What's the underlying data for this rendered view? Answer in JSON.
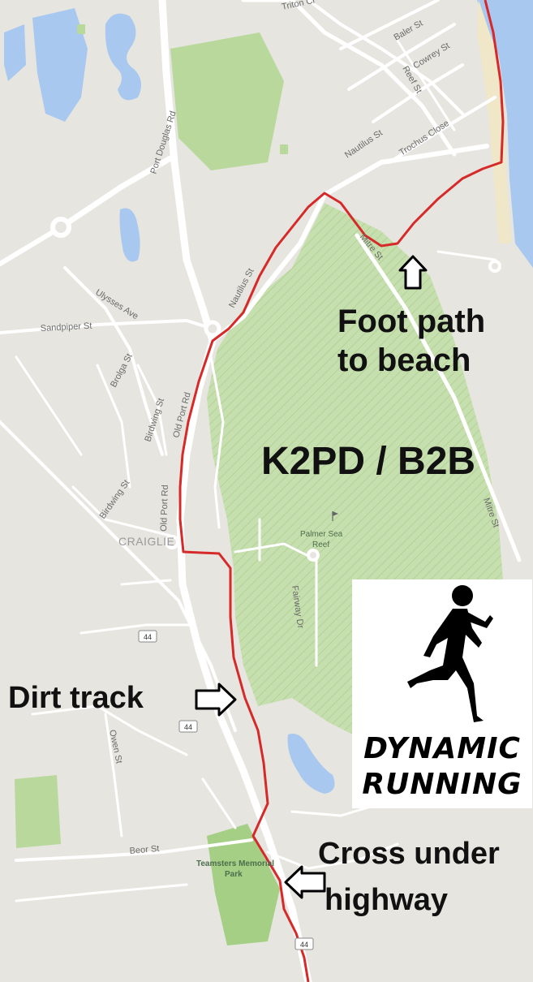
{
  "title": "K2PD / B2B",
  "annotations": {
    "foot_path": [
      "Foot path",
      "to beach"
    ],
    "dirt_track": "Dirt track",
    "cross_under": [
      "Cross under",
      "highway"
    ]
  },
  "logo": {
    "line1": "DYNAMIC",
    "line2": "RUNNING"
  },
  "place_labels": {
    "suburb": "CRAIGLIE",
    "park": "Teamsters Memorial",
    "park2": "Park",
    "golf": "Palmer Sea",
    "golf2": "Reef"
  },
  "streets": {
    "triton": "Triton Cr",
    "baler": "Baler St",
    "cowrey": "Cowrey St",
    "reef": "Reef St",
    "nautilus_top": "Nautilus St",
    "trochus": "Trochus Close",
    "port_douglas": "Port Douglas Rd",
    "mitre_top": "Mitre St",
    "nautilus_mid": "Nautilus St",
    "ulysses": "Ulysses Ave",
    "sandpiper": "Sandpiper St",
    "brolga": "Brolga St",
    "birdwing1": "Birdwing St",
    "birdwing2": "Birdwing St",
    "old_port1": "Old Port Rd",
    "old_port2": "Old Port Rd",
    "mitre_right": "Mitre St",
    "fairway": "Fairway Dr",
    "owen": "Owen St",
    "beor": "Beor St"
  },
  "highway_shields": [
    "44",
    "44",
    "44"
  ],
  "colors": {
    "route": "#d62a2a",
    "water": "#a8c8f0",
    "park": "#b8d89c",
    "land": "#e6e5df",
    "road": "#ffffff"
  }
}
